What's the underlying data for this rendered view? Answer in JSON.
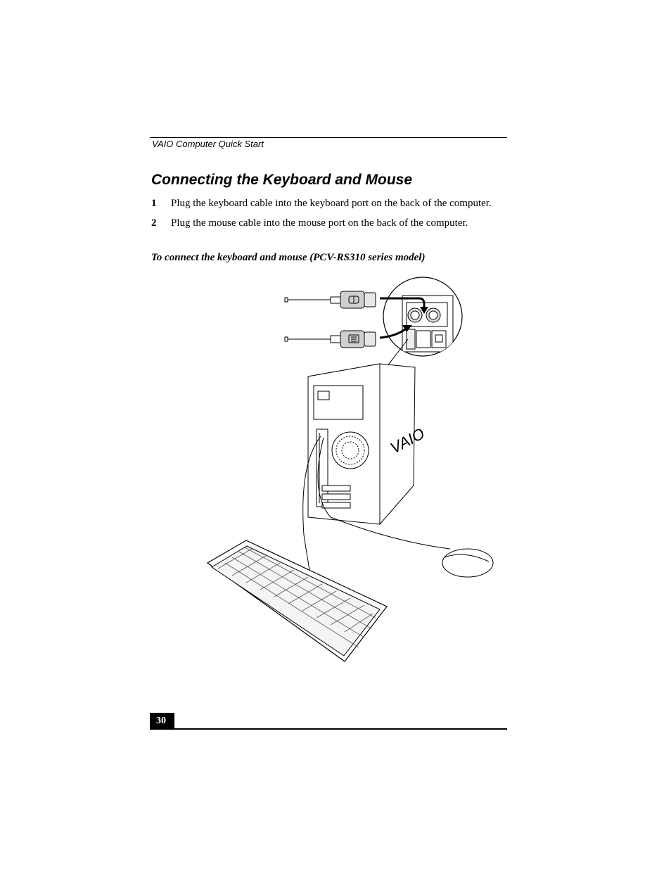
{
  "header": {
    "running_head": "VAIO Computer Quick Start"
  },
  "section": {
    "title": "Connecting the Keyboard and Mouse",
    "steps": [
      {
        "number": "1",
        "text": "Plug the keyboard cable into the keyboard port on the back of the computer."
      },
      {
        "number": "2",
        "text": "Plug the mouse cable into the mouse port on the back of the computer."
      }
    ],
    "figure_caption": "To connect the keyboard and mouse (PCV-RS310 series model)",
    "figure_logo": "VAIO"
  },
  "footer": {
    "page_number": "30"
  }
}
